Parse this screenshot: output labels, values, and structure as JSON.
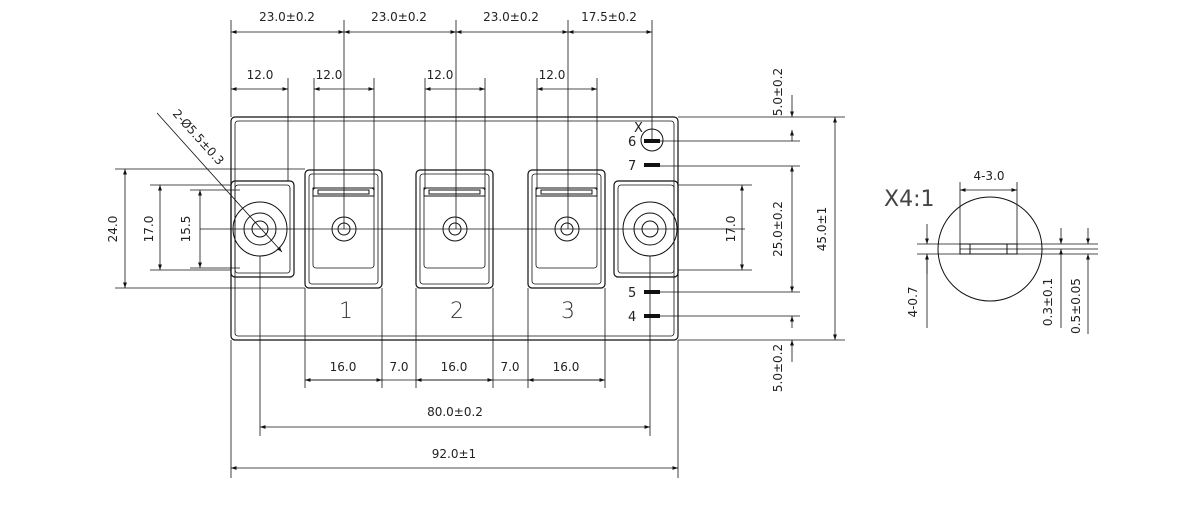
{
  "top_dims": {
    "pitch": [
      "23.0±0.2",
      "23.0±0.2",
      "23.0±0.2",
      "17.5±0.2"
    ],
    "terminal_widths": [
      "12.0",
      "12.0",
      "12.0",
      "12.0"
    ]
  },
  "left_dims": {
    "hole_label": "2-Ø5.5±0.3",
    "height_24": "24.0",
    "height_17": "17.0",
    "height_15": "15.5"
  },
  "right_dims": {
    "height_17": "17.0",
    "top_margin": "5.0±0.2",
    "middle": "25.0±0.2",
    "total": "45.0±1",
    "bottom_margin": "5.0±0.2"
  },
  "bottom_dims": {
    "gaps": [
      "16.0",
      "7.0",
      "16.0",
      "7.0",
      "16.0"
    ],
    "hole_pitch": "80.0±0.2",
    "total_width": "92.0±1"
  },
  "terminal_labels": [
    "1",
    "2",
    "3"
  ],
  "pin_labels": {
    "p6": "6",
    "p7": "7",
    "p5": "5",
    "p4": "4",
    "marker": "X"
  },
  "detail": {
    "scale": "X4:1",
    "width": "4-3.0",
    "height": "4-0.7",
    "thickness1": "0.3±0.1",
    "thickness2": "0.5±0.05"
  }
}
